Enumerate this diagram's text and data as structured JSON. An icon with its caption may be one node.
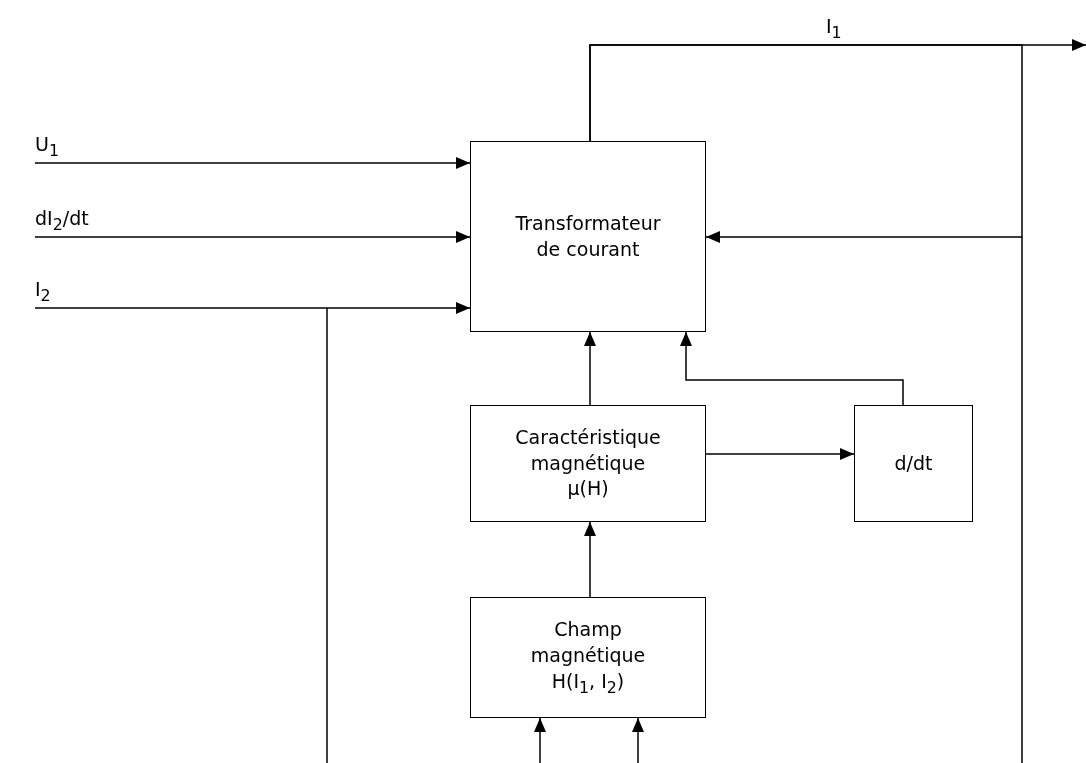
{
  "diagram": {
    "nodes": [
      {
        "text": [
          "Transformateur de courant"
        ]
      },
      {
        "text": [
          "Caractéristique magnétique μ(H)"
        ]
      },
      {
        "text": [
          "d/dt"
        ]
      },
      {
        "text": [
          "Champ magnétique H(I$_{1}$, I$_{2}$)"
        ]
      }
    ],
    "edges": [
      {
        "from": null,
        "to": 0,
        "arrow": "to",
        "label": "U$_{1}$"
      },
      {
        "from": null,
        "to": 0,
        "arrow": "to",
        "label": "dI$_{2}$/dt"
      },
      {
        "from": null,
        "to": 0,
        "arrow": "to",
        "label": "I$_{2}$"
      },
      {
        "from": 0,
        "to": null,
        "arrow": "to",
        "label": "I$_{1}$"
      },
      {
        "from": 0,
        "to": 0,
        "arrow": "to"
      },
      {
        "from": 1,
        "to": 0,
        "arrow": "to"
      },
      {
        "from": 1,
        "to": 2,
        "arrow": "to"
      },
      {
        "from": 2,
        "to": 0,
        "arrow": "to"
      },
      {
        "from": 3,
        "to": 1,
        "arrow": "to"
      },
      {
        "from": null,
        "to": 3,
        "arrow": "to"
      },
      {
        "from": null,
        "to": 3,
        "arrow": "to"
      }
    ]
  }
}
